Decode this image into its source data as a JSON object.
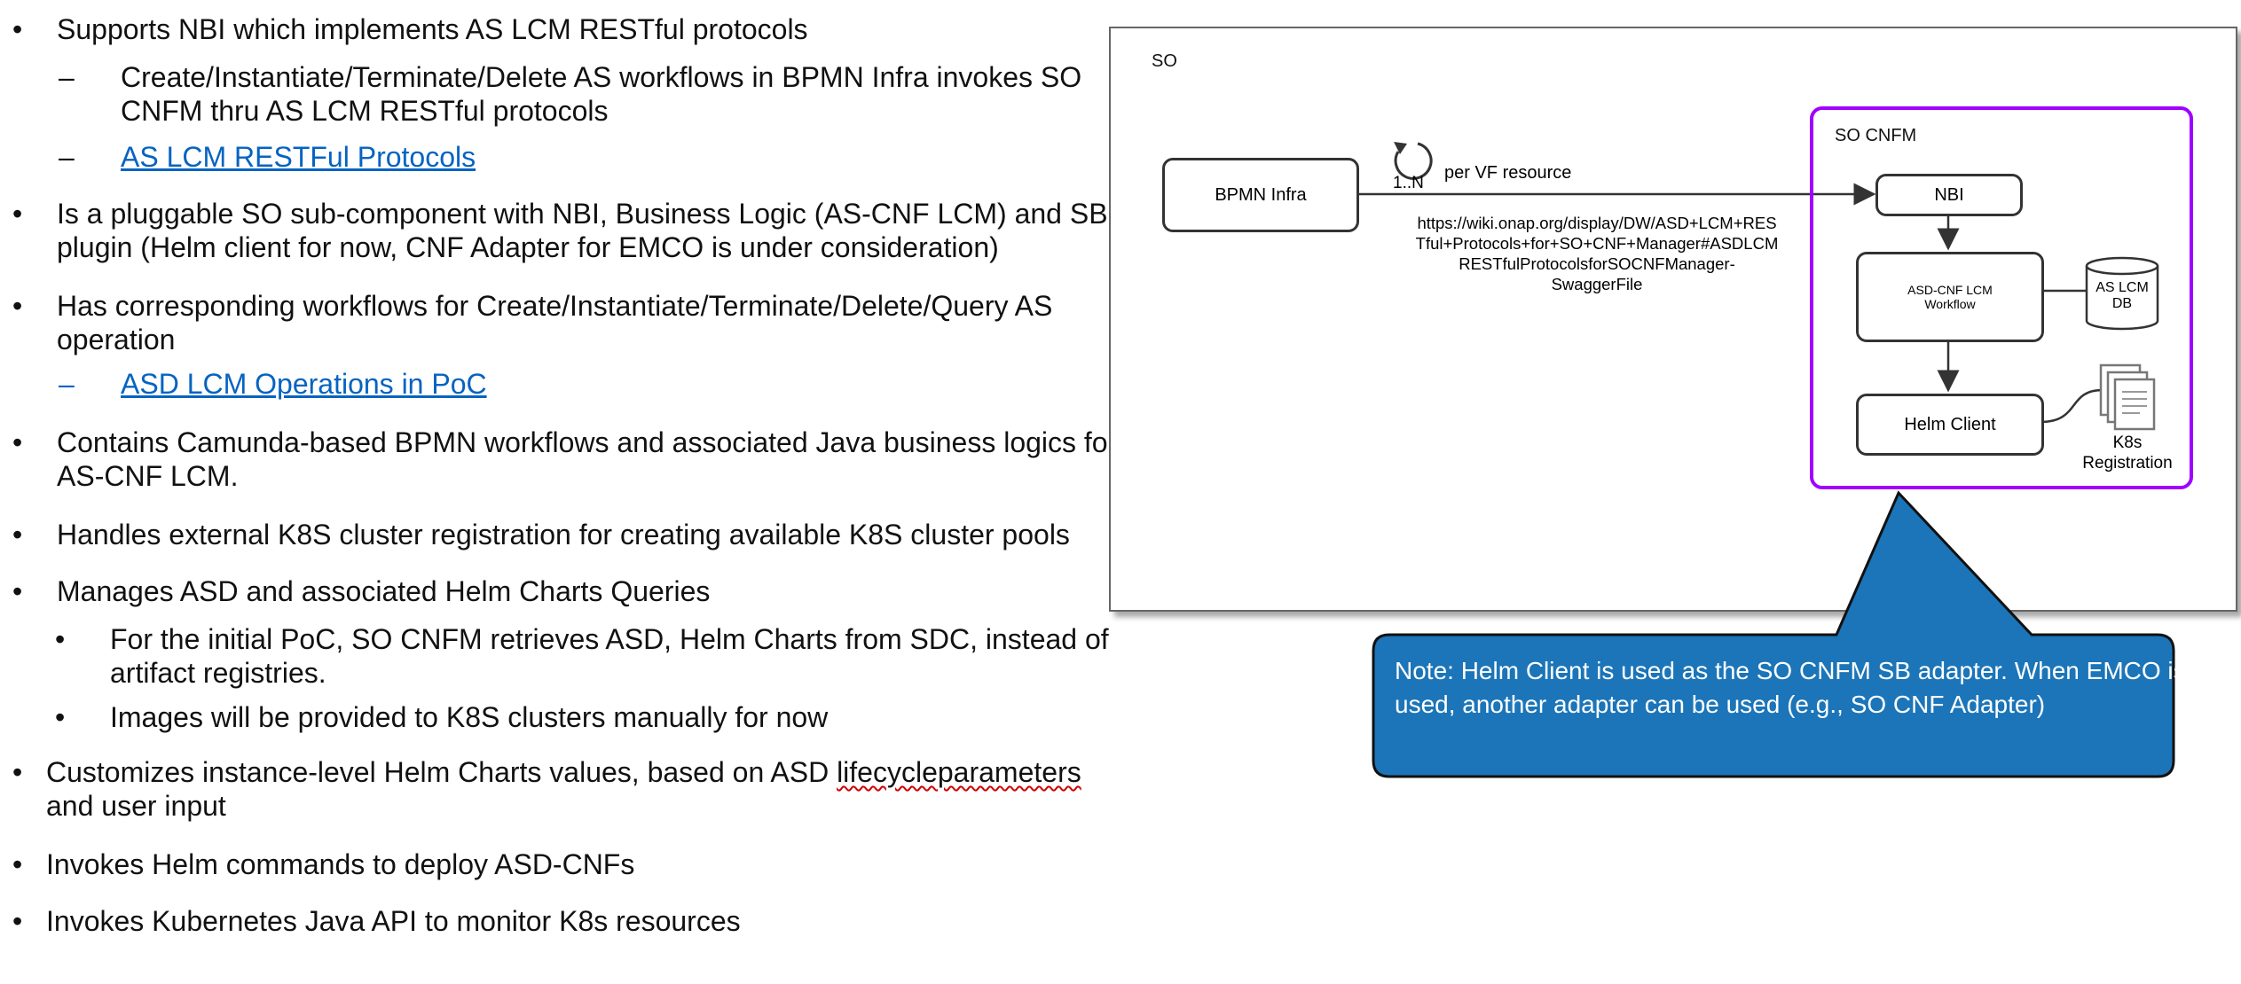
{
  "left": {
    "b1": "Supports NBI which implements AS LCM RESTful protocols",
    "b1_sub1_line1": "Create/Instantiate/Terminate/Delete AS workflows in BPMN Infra invokes SO",
    "b1_sub1_line2": "CNFM thru AS LCM RESTful protocols",
    "b1_sub2_link": "AS LCM RESTFul Protocols",
    "b2_line1": "Is a pluggable SO sub-component with NBI, Business Logic (AS-CNF LCM) and SB",
    "b2_line2": "plugin (Helm client for now, CNF Adapter for EMCO is under consideration)",
    "b3_line1": "Has corresponding workflows for Create/Instantiate/Terminate/Delete/Query AS",
    "b3_line2": "operation",
    "b3_sub1_link": "ASD LCM Operations in PoC",
    "b4_line1": "Contains Camunda-based BPMN workflows and associated Java business logics for",
    "b4_line2": "AS-CNF LCM.",
    "b5": "Handles external K8S cluster registration for creating available K8S cluster pools",
    "b6": "Manages ASD and associated Helm Charts Queries",
    "b6_sub1_line1": "For the initial PoC, SO CNFM retrieves ASD, Helm Charts from SDC, instead of",
    "b6_sub1_line2": "artifact registries.",
    "b6_sub2": "Images will be provided to K8S clusters manually for now",
    "b7_line1_pre": "Customizes instance-level Helm Charts values, based on ASD ",
    "b7_line1_word": "lifecycleparameters",
    "b7_line2": "and user input",
    "b8": "Invokes Helm commands to deploy ASD-CNFs",
    "b9": "Invokes Kubernetes Java API to monitor K8s resources",
    "bullet": "•",
    "dash": "–"
  },
  "diagram": {
    "so_label": "SO",
    "bpmn_infra": "BPMN Infra",
    "loop_label": "1..N",
    "per_vf": "per VF resource",
    "url_line1": "https://wiki.onap.org/display/DW/ASD+LCM+RES",
    "url_line2": "Tful+Protocols+for+SO+CNF+Manager#ASDLCM",
    "url_line3": "RESTfulProtocolsforSOCNFManager-",
    "url_line4": "SwaggerFile",
    "so_cnfm": "SO CNFM",
    "nbi": "NBI",
    "asd_line1": "ASD-CNF LCM",
    "asd_line2": "Workflow",
    "as_lcm_db_line1": "AS LCM",
    "as_lcm_db_line2": "DB",
    "helm_client": "Helm Client",
    "k8s_line1": "K8s",
    "k8s_line2": "Registration"
  },
  "callout": {
    "text": "Note: Helm Client is used as the SO CNFM SB adapter. When EMCO is used, another adapter can be used (e.g., SO CNF Adapter)",
    "fill": "#1b75b8"
  },
  "colors": {
    "link": "#0563C1",
    "purple": "#a000ff",
    "callout": "#1b75b8"
  }
}
